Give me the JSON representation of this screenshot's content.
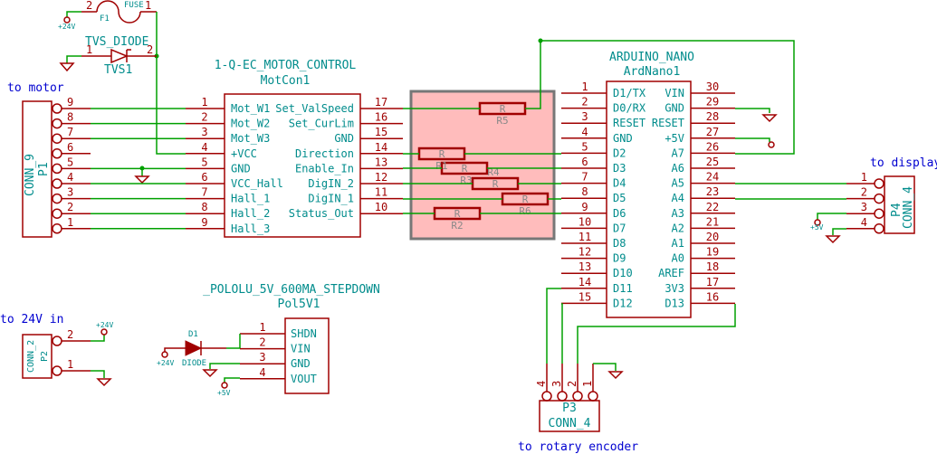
{
  "colors": {
    "component": "#a00000",
    "wire": "#00a000",
    "text": "#008c8c",
    "note": "#0000d0",
    "highlight": "#ffbcbc"
  },
  "notes": {
    "motor": "to motor",
    "display": "to display",
    "power_in": "to 24V in",
    "encoder": "to rotary encoder"
  },
  "fuse": {
    "type": "FUSE",
    "ref": "F1",
    "pin_a": "2",
    "pin_b": "1",
    "supply": "+24V"
  },
  "tvs": {
    "type": "TVS_DIODE",
    "ref": "TVS1",
    "pin_a": "1",
    "pin_b": "2"
  },
  "motcon": {
    "type": "1-Q-EC_MOTOR_CONTROL",
    "ref": "MotCon1",
    "left": [
      [
        "1",
        "Mot_W1"
      ],
      [
        "2",
        "Mot_W2"
      ],
      [
        "3",
        "Mot_W3"
      ],
      [
        "4",
        "+VCC"
      ],
      [
        "5",
        "GND"
      ],
      [
        "6",
        "VCC_Hall"
      ],
      [
        "7",
        "Hall_1"
      ],
      [
        "8",
        "Hall_2"
      ],
      [
        "9",
        "Hall_3"
      ]
    ],
    "right": [
      [
        "17",
        "Set_ValSpeed"
      ],
      [
        "16",
        "Set_CurLim"
      ],
      [
        "15",
        "GND"
      ],
      [
        "14",
        "Direction"
      ],
      [
        "13",
        "Enable_In"
      ],
      [
        "12",
        "DigIN_2"
      ],
      [
        "11",
        "DigIN_1"
      ],
      [
        "10",
        "Status_Out"
      ]
    ]
  },
  "p1": {
    "type": "CONN_9",
    "ref": "P1",
    "pins": [
      "9",
      "8",
      "7",
      "6",
      "5",
      "4",
      "3",
      "2",
      "1"
    ]
  },
  "arduino": {
    "type": "ARDUINO_NANO",
    "ref": "ArdNano1",
    "left": [
      [
        "1",
        "D1/TX"
      ],
      [
        "2",
        "D0/RX"
      ],
      [
        "3",
        "RESET"
      ],
      [
        "4",
        "GND"
      ],
      [
        "5",
        "D2"
      ],
      [
        "6",
        "D3"
      ],
      [
        "7",
        "D4"
      ],
      [
        "8",
        "D5"
      ],
      [
        "9",
        "D6"
      ],
      [
        "10",
        "D7"
      ],
      [
        "11",
        "D8"
      ],
      [
        "12",
        "D9"
      ],
      [
        "13",
        "D10"
      ],
      [
        "14",
        "D11"
      ],
      [
        "15",
        "D12"
      ]
    ],
    "right": [
      [
        "30",
        "VIN"
      ],
      [
        "29",
        "GND"
      ],
      [
        "28",
        "RESET"
      ],
      [
        "27",
        "+5V"
      ],
      [
        "26",
        "A7"
      ],
      [
        "25",
        "A6"
      ],
      [
        "24",
        "A5"
      ],
      [
        "23",
        "A4"
      ],
      [
        "22",
        "A3"
      ],
      [
        "21",
        "A2"
      ],
      [
        "20",
        "A1"
      ],
      [
        "19",
        "A0"
      ],
      [
        "18",
        "AREF"
      ],
      [
        "17",
        "3V3"
      ],
      [
        "16",
        "D13"
      ]
    ]
  },
  "resistors": [
    {
      "value": "R",
      "ref": "R5"
    },
    {
      "value": "R",
      "ref": "R1"
    },
    {
      "value": "R",
      "ref": "R4"
    },
    {
      "value": "R",
      "ref": "R3"
    },
    {
      "value": "R",
      "ref": "R6"
    },
    {
      "value": "R",
      "ref": "R2"
    }
  ],
  "p4": {
    "type": "CONN_4",
    "ref": "P4",
    "pins": [
      "1",
      "2",
      "3",
      "4"
    ],
    "supply": "+5V"
  },
  "p3": {
    "type": "CONN_4",
    "ref": "P3",
    "pins": [
      "4",
      "3",
      "2",
      "1"
    ]
  },
  "p2": {
    "type": "CONN_2",
    "ref": "P2",
    "pins": [
      "2",
      "1"
    ],
    "supply": "+24V"
  },
  "diode": {
    "type": "DIODE",
    "ref": "D1",
    "supply": "+24V"
  },
  "pololu": {
    "type": "_POLOLU_5V_600MA_STEPDOWN",
    "ref": "Pol5V1",
    "pins": [
      [
        "1",
        "SHDN"
      ],
      [
        "2",
        "VIN"
      ],
      [
        "3",
        "GND"
      ],
      [
        "4",
        "VOUT"
      ]
    ],
    "supply": "+5V"
  },
  "supplies": {
    "v5": "+5V"
  }
}
